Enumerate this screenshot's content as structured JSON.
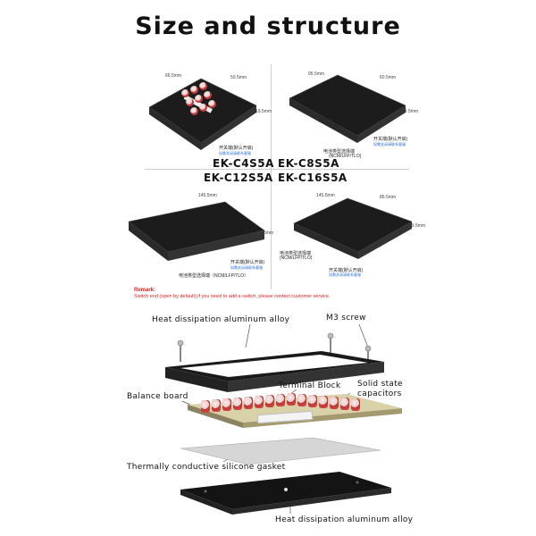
{
  "title": "Size and structure",
  "models": {
    "m1": "EK-C4S5A",
    "m2": "EK-C8S5A",
    "m3": "EK-C12S5A",
    "m4": "EK-C16S5A"
  },
  "dimensions": {
    "m1_w": "66.5mm",
    "m1_l": "50.5mm",
    "m1_h": "19.5mm",
    "m2_w": "95.5mm",
    "m2_l": "60.5mm",
    "m2_h": "19.5mm",
    "m3_w": "145.5mm",
    "m3_h": "19.5mm",
    "m4_w": "145.5mm",
    "m4_l": "86.5mm",
    "m4_h": "19.5mm"
  },
  "switch_labels": {
    "cn": "开关端(默认开启)",
    "note": "如需关闭请联系客服"
  },
  "battery_select_labels": {
    "cn1": "电池类型选择端",
    "cn2": "(NCM/LFP/TLO)",
    "cn3": "电池类型选择端（NCM/LFP/TLO）"
  },
  "remarks": {
    "title": "Remark:",
    "text": "Switch end (open by default),if you need to add a switch, please contact customer service."
  },
  "exploded_labels": {
    "top_alloy": "Heat dissipation aluminum alloy",
    "screw": "M3 screw",
    "terminal": "Terminal Block",
    "capacitors_1": "Solid state",
    "capacitors_2": "capacitors",
    "balance_board": "Balance board",
    "gasket": "Thermally conductive silicone gasket",
    "bottom_alloy": "Heat dissipation aluminum alloy"
  },
  "colors": {
    "board": "#1a1a1a",
    "capacitor": "#c43c3c",
    "remark": "#dd2222",
    "plate": "#111111",
    "gasket": "#d9d9d9"
  }
}
